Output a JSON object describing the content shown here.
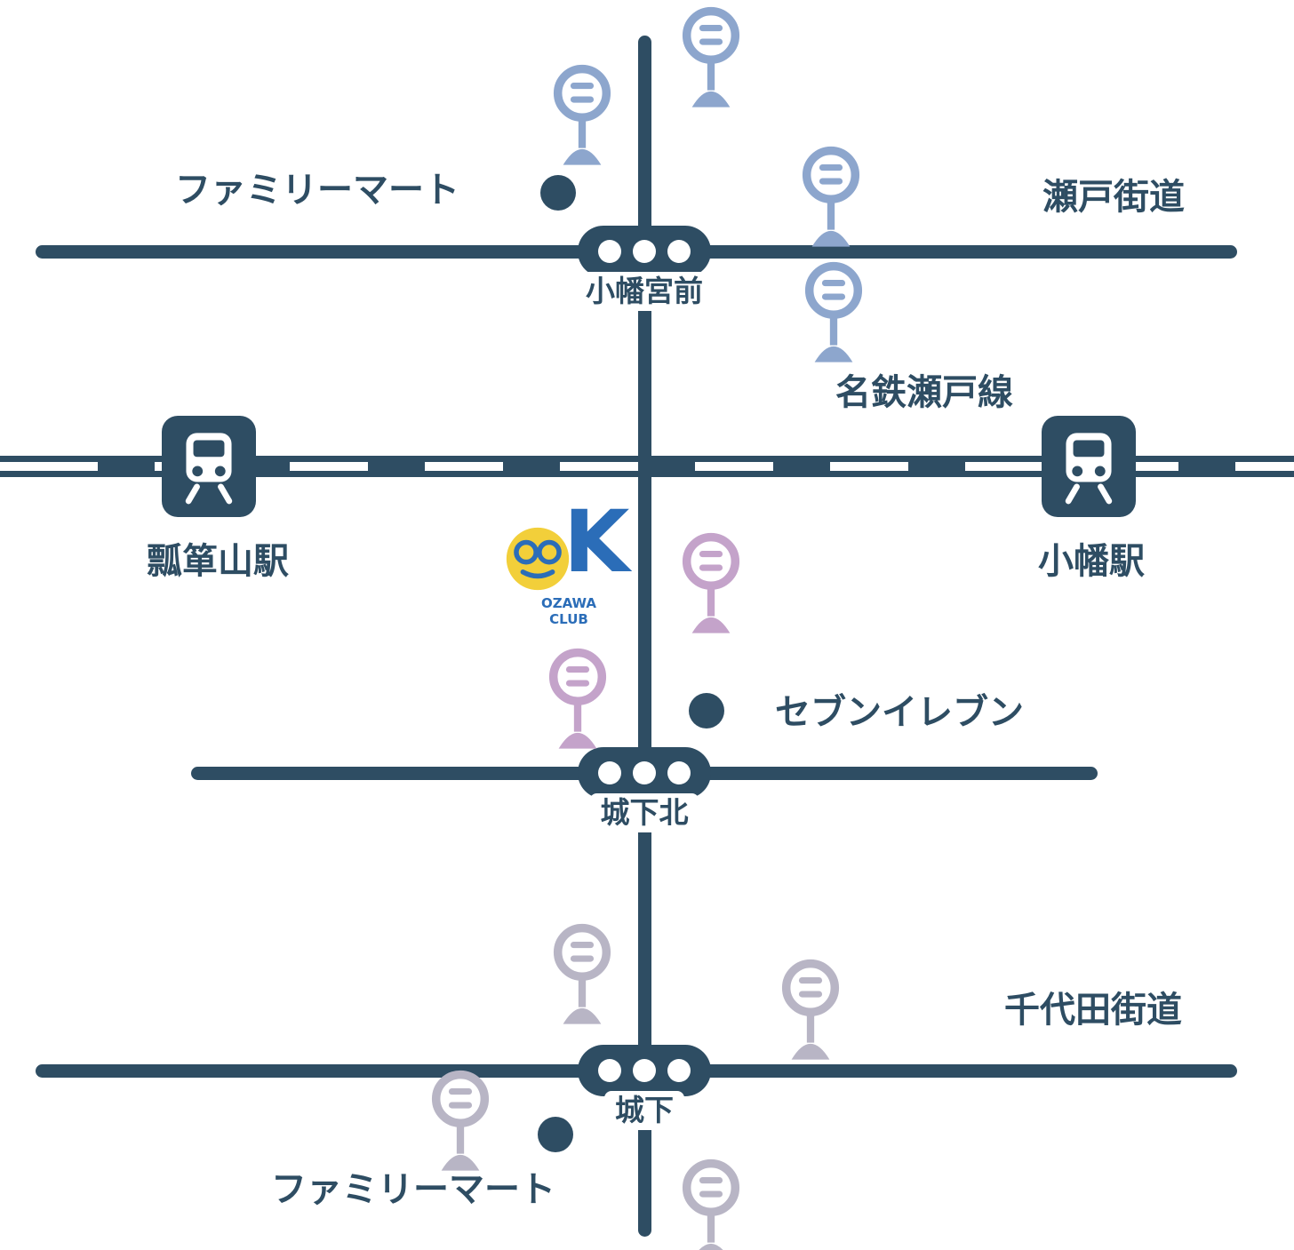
{
  "palette": {
    "navy": "#2e4d63",
    "signal_blue": "#8da6cd",
    "signal_purple": "#c4a3ca",
    "signal_gray": "#b8b5c5",
    "logo_yellow": "#f2cf3a",
    "logo_blue": "#2b6db8",
    "white": "#ffffff"
  },
  "labels": {
    "railway": "名鉄瀬戸線",
    "road_top": "瀬戸街道",
    "road_bottom": "千代田街道"
  },
  "intersections": [
    {
      "name": "小幡宮前"
    },
    {
      "name": "城下北"
    },
    {
      "name": "城下"
    }
  ],
  "stations": [
    {
      "name": "瓢箪山駅"
    },
    {
      "name": "小幡駅"
    }
  ],
  "stores": [
    {
      "name": "ファミリーマート"
    },
    {
      "name": "セブンイレブン"
    },
    {
      "name": "ファミリーマート"
    }
  ],
  "logo": {
    "main": "K",
    "sub1": "OZAWA",
    "sub2": "CLUB"
  }
}
